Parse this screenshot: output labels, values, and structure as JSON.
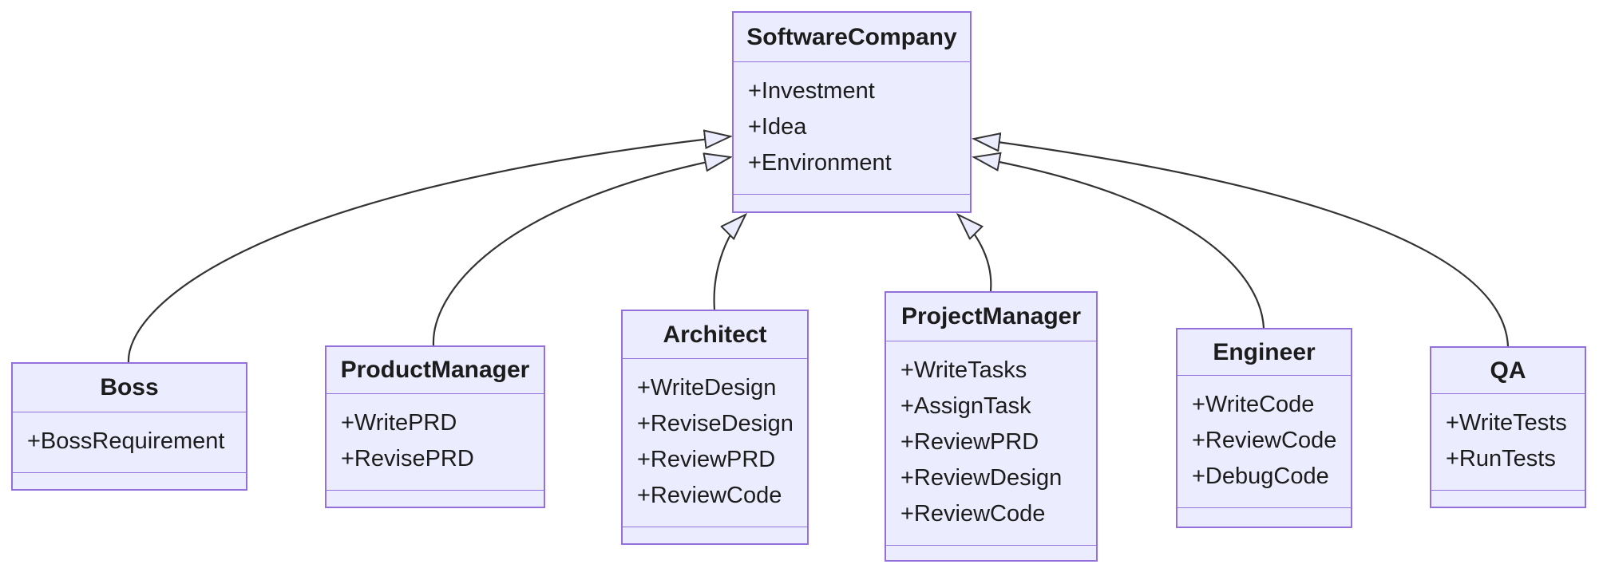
{
  "diagram": {
    "type": "uml-class-diagram",
    "colors": {
      "background": "#ffffff",
      "node_fill": "#ECECFF",
      "node_border": "#9370DB",
      "text": "#1c1c1c",
      "edge": "#333333",
      "arrowhead_fill": "#ECECFF"
    },
    "classes": {
      "softwarecompany": {
        "name": "SoftwareCompany",
        "members": [
          "+Investment",
          "+Idea",
          "+Environment"
        ]
      },
      "boss": {
        "name": "Boss",
        "members": [
          "+BossRequirement"
        ]
      },
      "productmanager": {
        "name": "ProductManager",
        "members": [
          "+WritePRD",
          "+RevisePRD"
        ]
      },
      "architect": {
        "name": "Architect",
        "members": [
          "+WriteDesign",
          "+ReviseDesign",
          "+ReviewPRD",
          "+ReviewCode"
        ]
      },
      "projectmanager": {
        "name": "ProjectManager",
        "members": [
          "+WriteTasks",
          "+AssignTask",
          "+ReviewPRD",
          "+ReviewDesign",
          "+ReviewCode"
        ]
      },
      "engineer": {
        "name": "Engineer",
        "members": [
          "+WriteCode",
          "+ReviewCode",
          "+DebugCode"
        ]
      },
      "qa": {
        "name": "QA",
        "members": [
          "+WriteTests",
          "+RunTests"
        ]
      }
    },
    "edges": [
      {
        "from": "Boss",
        "to": "SoftwareCompany",
        "relation": "inheritance"
      },
      {
        "from": "ProductManager",
        "to": "SoftwareCompany",
        "relation": "inheritance"
      },
      {
        "from": "Architect",
        "to": "SoftwareCompany",
        "relation": "inheritance"
      },
      {
        "from": "ProjectManager",
        "to": "SoftwareCompany",
        "relation": "inheritance"
      },
      {
        "from": "Engineer",
        "to": "SoftwareCompany",
        "relation": "inheritance"
      },
      {
        "from": "QA",
        "to": "SoftwareCompany",
        "relation": "inheritance"
      }
    ]
  }
}
